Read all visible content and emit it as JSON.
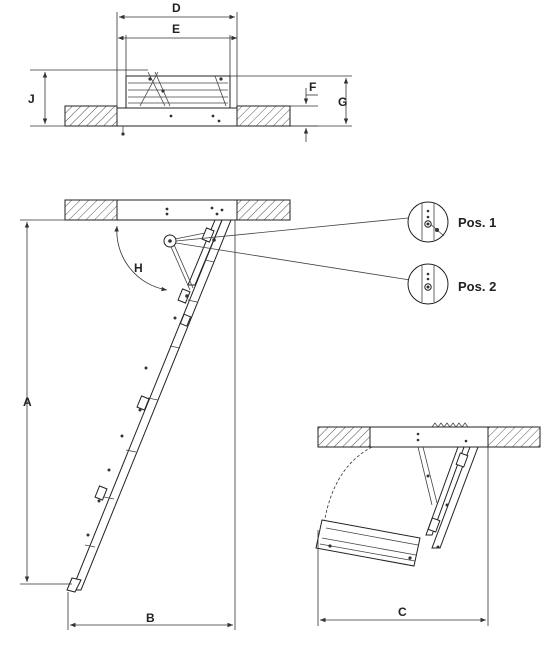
{
  "labels": {
    "A": "A",
    "B": "B",
    "C": "C",
    "D": "D",
    "E": "E",
    "F": "F",
    "G": "G",
    "H": "H",
    "J": "J"
  },
  "positions": {
    "pos1": "Pos. 1",
    "pos2": "Pos. 2"
  }
}
